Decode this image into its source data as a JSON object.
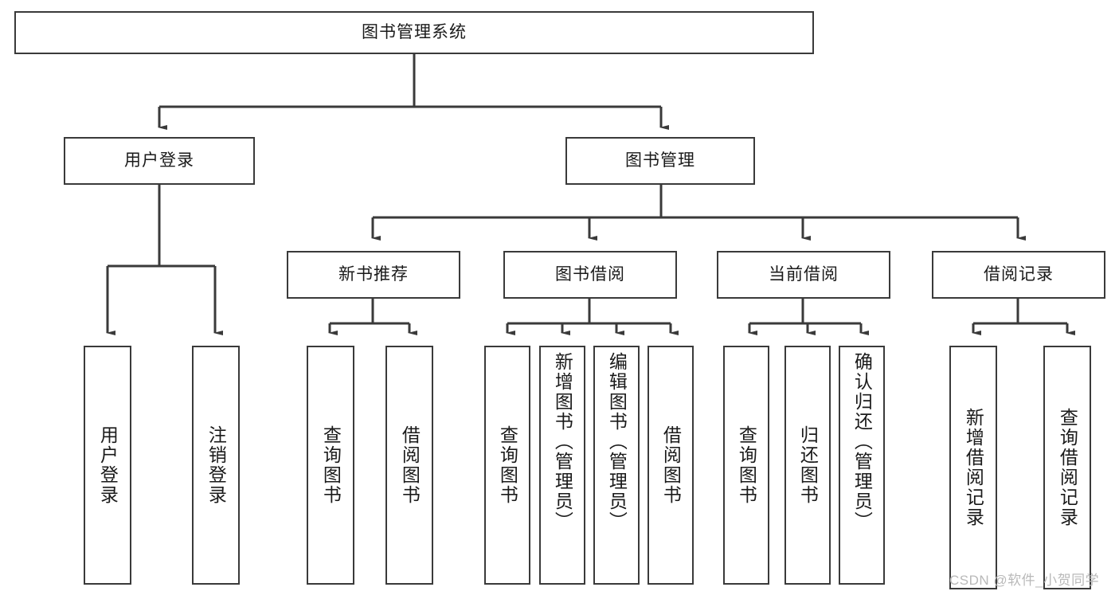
{
  "diagram": {
    "type": "tree-hierarchy",
    "title": "图书管理系统",
    "watermark": "CSDN @软件_小贺同学",
    "colors": {
      "stroke": "#3a3a3a",
      "fill": "#ffffff",
      "text": "#1a1a1a",
      "watermark": "#b9b9b9"
    },
    "nodes": {
      "root": "图书管理系统",
      "level1": [
        "用户登录",
        "图书管理"
      ],
      "level2": [
        "新书推荐",
        "图书借阅",
        "当前借阅",
        "借阅记录"
      ],
      "leaves": {
        "user_login": [
          "用户登录",
          "注销登录"
        ],
        "new_book_recommend": [
          "查询图书",
          "借阅图书"
        ],
        "book_borrow": [
          "查询图书",
          "新增图书（管理员）",
          "编辑图书（管理员）",
          "借阅图书"
        ],
        "current_borrow": [
          "查询图书",
          "归还图书",
          "确认归还（管理员）"
        ],
        "borrow_record": [
          "新增借阅记录",
          "查询借阅记录"
        ]
      }
    }
  }
}
